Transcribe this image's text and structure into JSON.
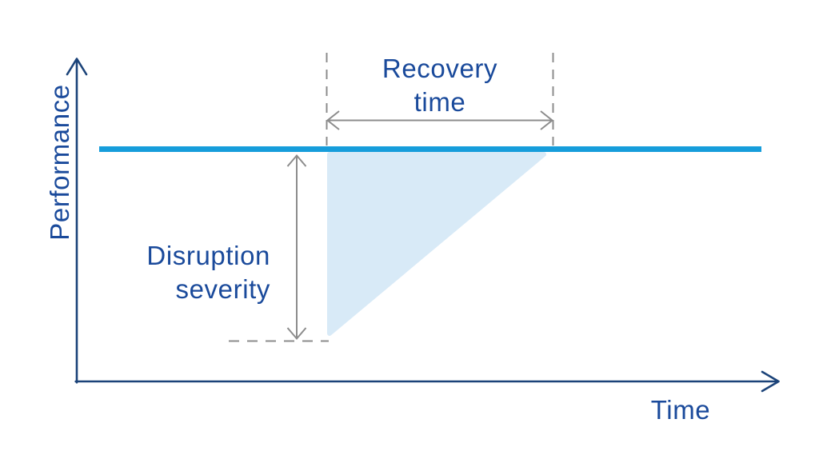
{
  "labels": {
    "y_axis": "Performance",
    "x_axis": "Time"
  },
  "annotations": {
    "recovery_line1": "Recovery",
    "recovery_line2": "time",
    "disruption_line1": "Disruption",
    "disruption_line2": "severity"
  },
  "colors": {
    "background": "#FFFFFF",
    "text": "#1A4A9B",
    "axis": "#1B4379",
    "performance_line": "#169DDB",
    "disruption_fill": "#D8EAF7",
    "annotation": "#8C8C8C"
  },
  "chart_data": {
    "type": "line",
    "title": "",
    "xlabel": "Time",
    "ylabel": "Performance",
    "axes_numeric": false,
    "grid": false,
    "series": [
      {
        "name": "performance-level",
        "description": "Constant horizontal performance line spanning the plot"
      }
    ],
    "regions": [
      {
        "name": "disruption-region",
        "shape": "right-triangle",
        "description": "Light blue triangle under the performance line: vertical drop at disruption start, linear recovery back up to the performance line"
      }
    ],
    "callouts": [
      {
        "label": "Recovery time",
        "type": "horizontal-double-arrow",
        "description": "Between dashed vertical lines marking disruption start and full recovery"
      },
      {
        "label": "Disruption severity",
        "type": "vertical-double-arrow",
        "description": "From performance line down to dashed line at the lowest performance point"
      }
    ]
  }
}
